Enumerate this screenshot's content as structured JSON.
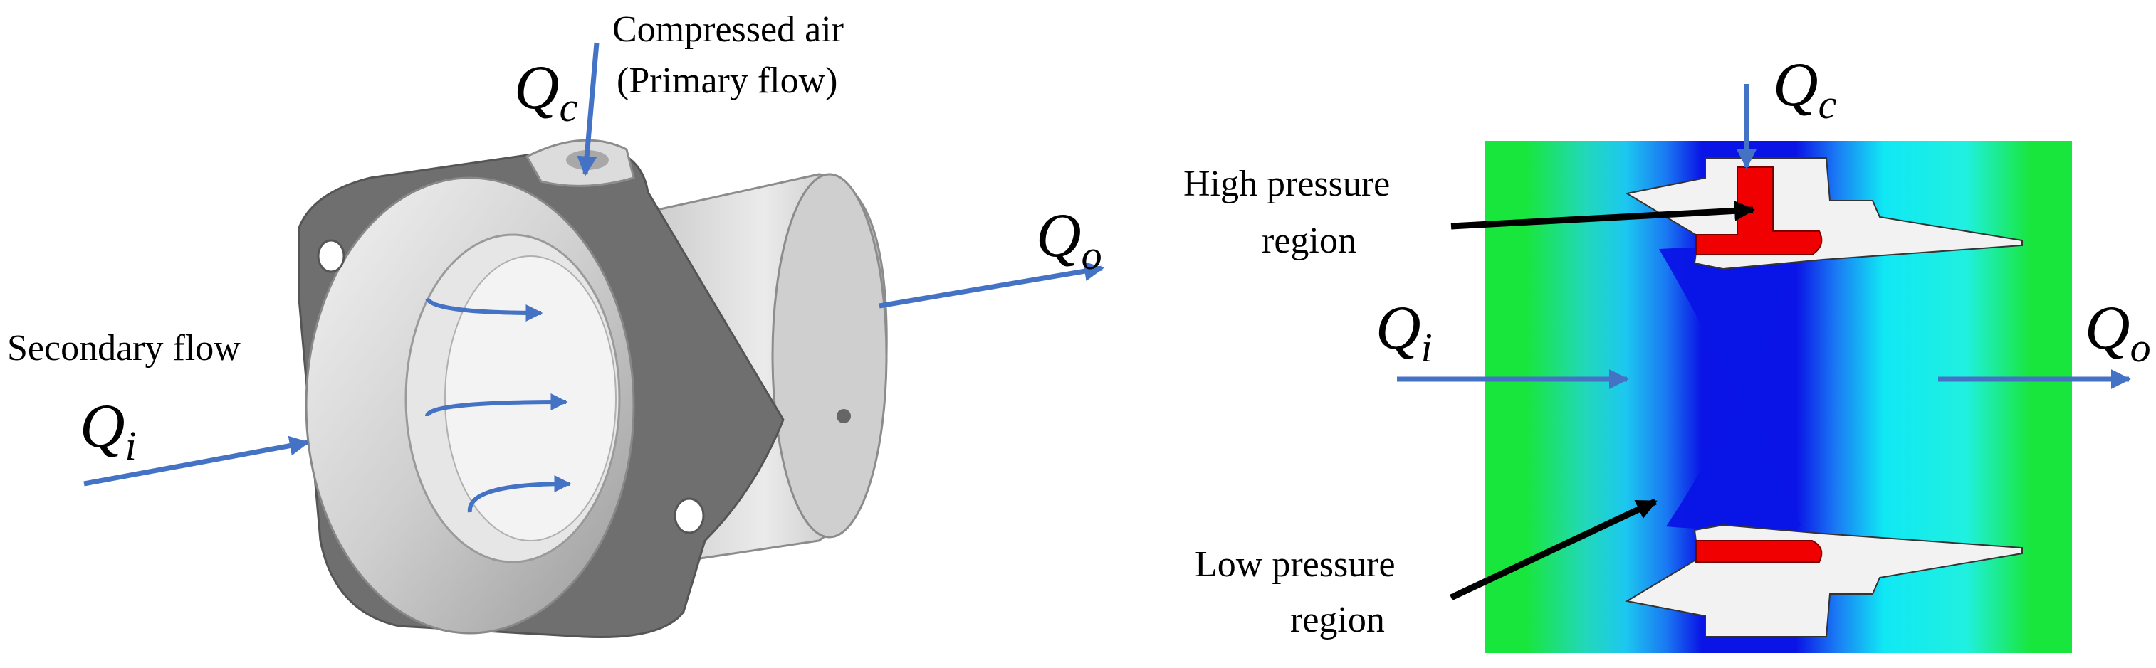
{
  "colors": {
    "flow_arrow": "#4472C4",
    "pointer_arrow": "#000000",
    "field_green": "#19E63C",
    "low_pressure": "#0A14E6",
    "high_pressure": "#F00000",
    "part_grey": "#D9D9D9"
  },
  "left_panel": {
    "compressed_air": "Compressed air",
    "primary_flow": "(Primary flow)",
    "secondary_flow": "Secondary flow",
    "qc": {
      "main": "Q",
      "sub": "c"
    },
    "qi": {
      "main": "Q",
      "sub": "i"
    },
    "qo": {
      "main": "Q",
      "sub": "o"
    }
  },
  "right_panel": {
    "high_pressure_line1": "High pressure",
    "high_pressure_line2": "region",
    "low_pressure_line1": "Low pressure",
    "low_pressure_line2": "region",
    "qc": {
      "main": "Q",
      "sub": "c"
    },
    "qi": {
      "main": "Q",
      "sub": "i"
    },
    "qo": {
      "main": "Q",
      "sub": "o"
    }
  }
}
